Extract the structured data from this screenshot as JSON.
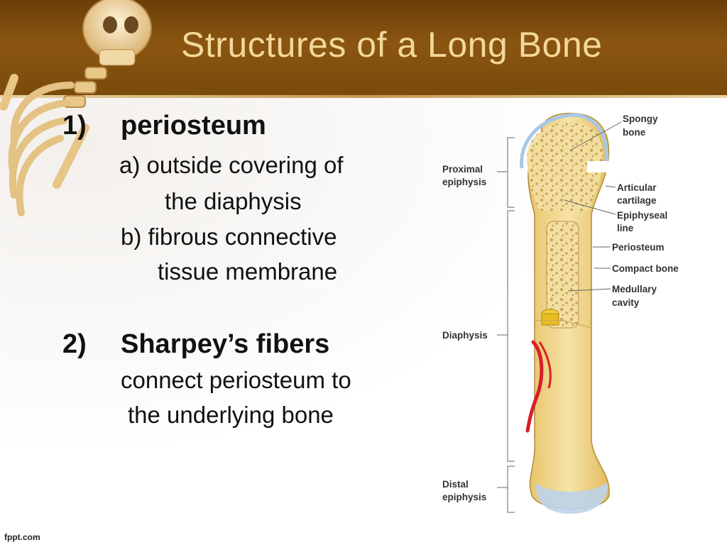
{
  "slide": {
    "title": "Structures of a Long Bone",
    "item1": {
      "number": "1)",
      "heading": "periosteum",
      "a_line1": "a)  outside covering of",
      "a_line2": "the diaphysis",
      "b_line1": "b)  fibrous connective",
      "b_line2": "tissue membrane"
    },
    "item2": {
      "number": "2)",
      "heading": "Sharpey’s fibers",
      "line1": "connect periosteum to",
      "line2": "the underlying bone"
    },
    "footer": "fppt.com"
  },
  "diagram": {
    "labels": {
      "spongy1": "Spongy",
      "spongy2": "bone",
      "proximal1": "Proximal",
      "proximal2": "epiphysis",
      "articular1": "Articular",
      "articular2": "cartilage",
      "epiphyseal1": "Epiphyseal",
      "epiphyseal2": "line",
      "periosteum": "Periosteum",
      "compact": "Compact bone",
      "medullary1": "Medullary",
      "medullary2": "cavity",
      "diaphysis": "Diaphysis",
      "distal1": "Distal",
      "distal2": "epiphysis"
    }
  },
  "colors": {
    "header": "#7a4a0c",
    "title_text": "#f3d79b",
    "bone": "#f0d68a",
    "cartilage": "#bcd3ea",
    "vessel": "#d6202a"
  }
}
